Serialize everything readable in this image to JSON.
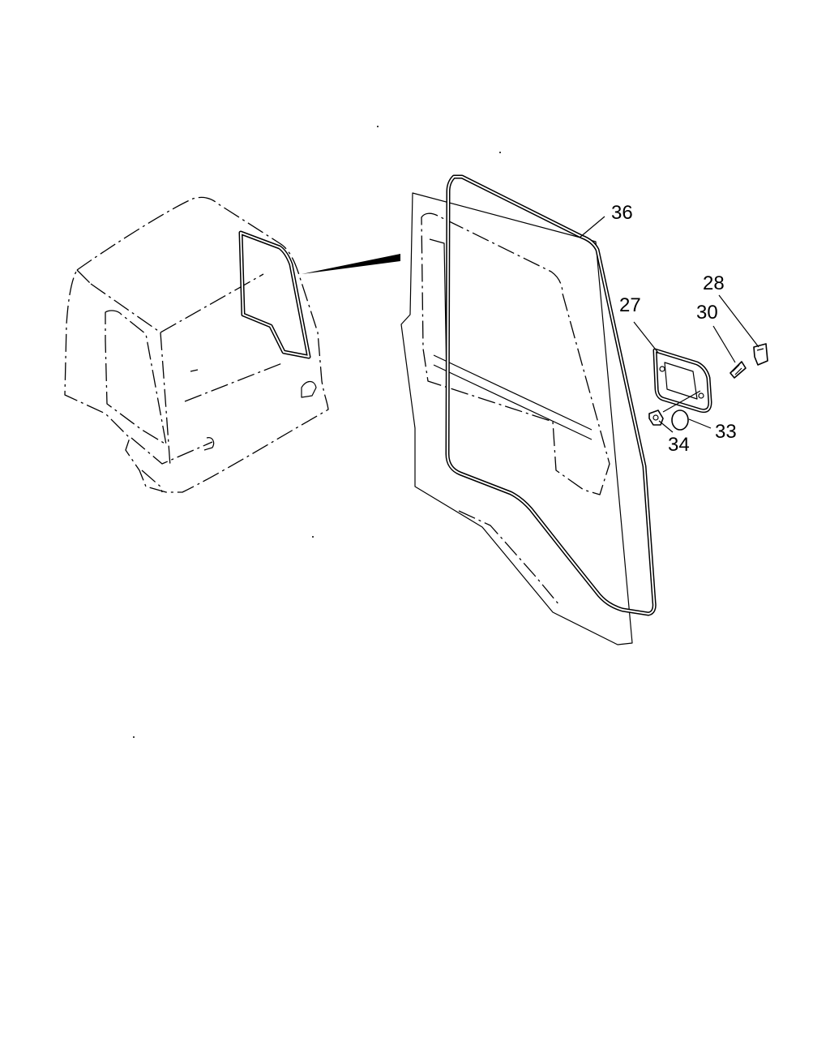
{
  "labels": {
    "p36": "36",
    "p27": "27",
    "p28": "28",
    "p30": "30",
    "p33": "33",
    "p34": "34"
  },
  "colors": {
    "line": "#000000",
    "background": "#ffffff"
  }
}
